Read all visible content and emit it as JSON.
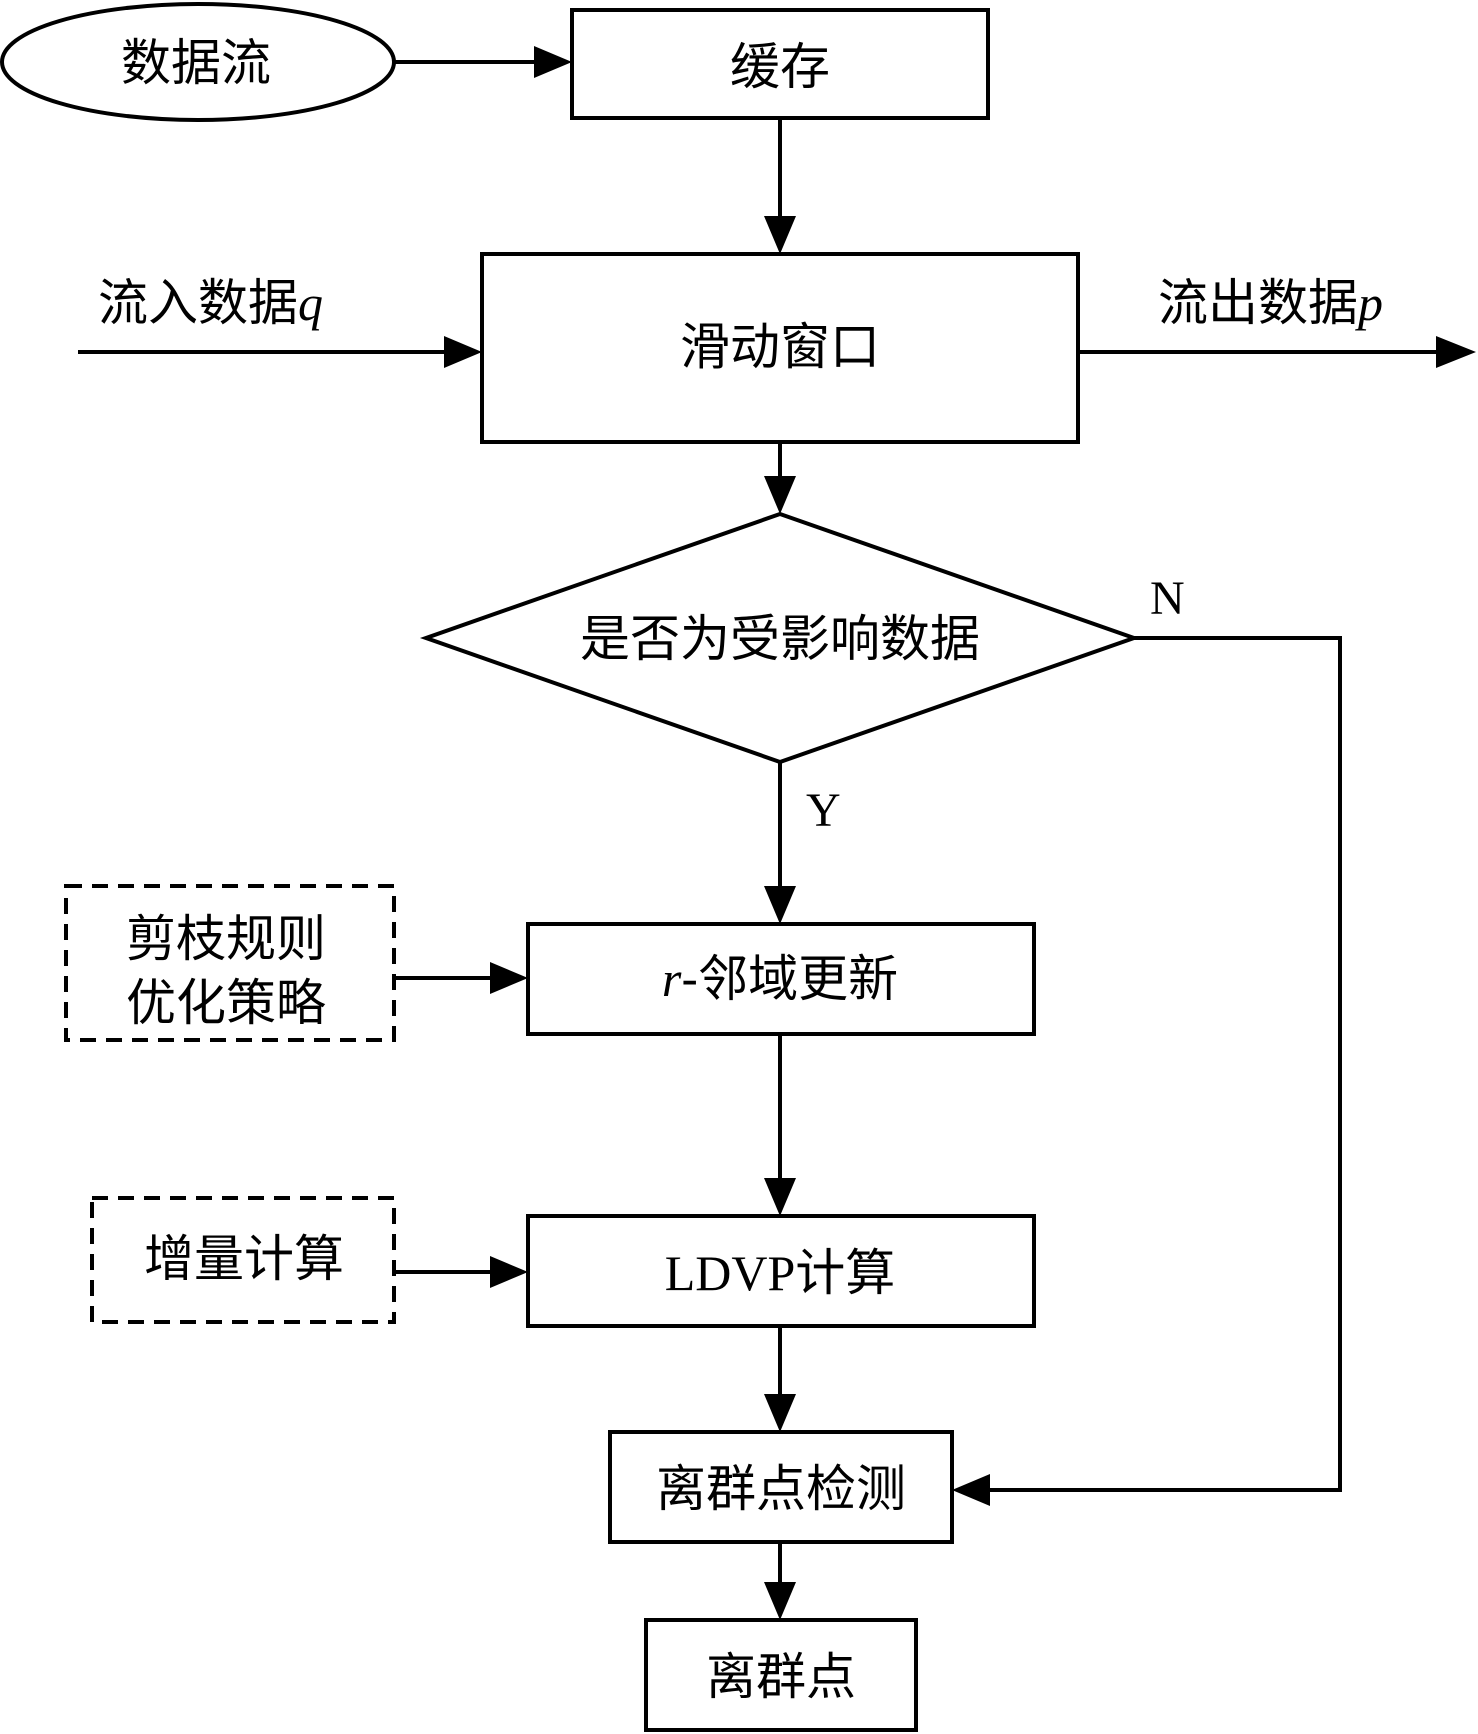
{
  "nodes": {
    "data_stream": "数据流",
    "cache": "缓存",
    "sliding_window": "滑动窗口",
    "decision": "是否为受影响数据",
    "neighborhood_update": {
      "var": "r",
      "text": "-邻域更新"
    },
    "ldvp": {
      "prefix": "LDVP",
      "text": "计算"
    },
    "outlier_detection": "离群点检测",
    "outliers": "离群点"
  },
  "side_boxes": {
    "pruning_line1": "剪枝规则",
    "pruning_line2": "优化策略",
    "incremental": "增量计算"
  },
  "labels": {
    "inflow": {
      "text": "流入数据",
      "var": "q"
    },
    "outflow": {
      "text": "流出数据",
      "var": "p"
    },
    "yes": "Y",
    "no": "N"
  }
}
